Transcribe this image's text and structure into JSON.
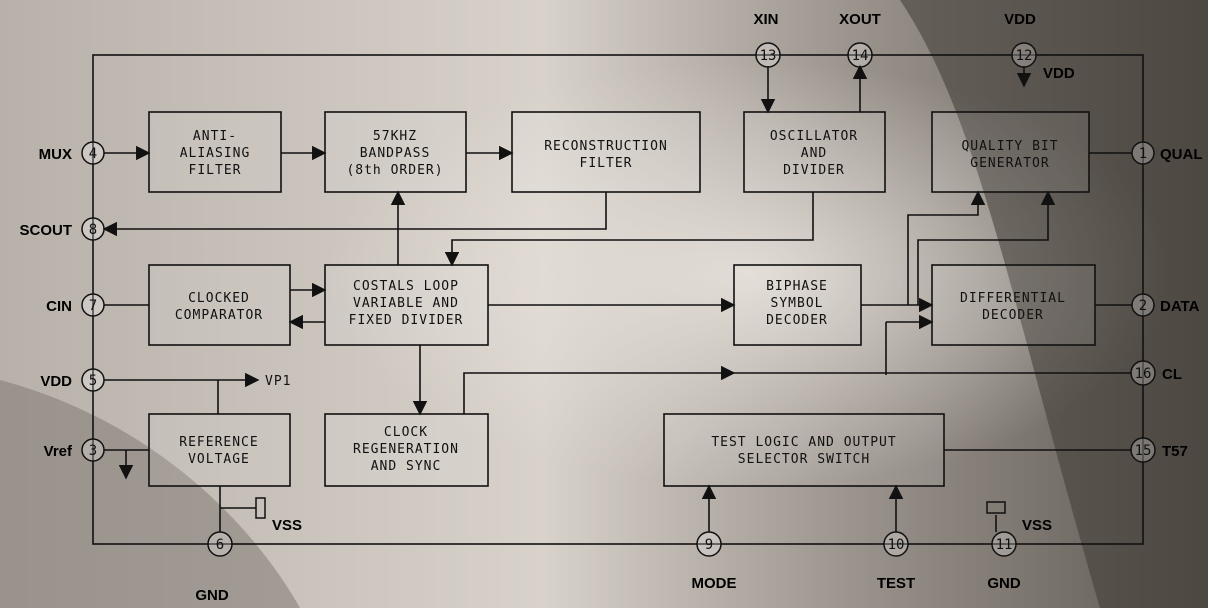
{
  "background": {
    "colors": [
      "#e9e4df",
      "#c8c1ba",
      "#8a847e",
      "#4b4641"
    ]
  },
  "blocks": {
    "anti_aliasing": [
      "ANTI-",
      "ALIASING",
      "FILTER"
    ],
    "bandpass": [
      "57KHZ",
      "BANDPASS",
      "(8th ORDER)"
    ],
    "reconstruction": [
      "RECONSTRUCTION",
      "FILTER"
    ],
    "oscillator": [
      "OSCILLATOR",
      "AND",
      "DIVIDER"
    ],
    "quality": [
      "QUALITY BIT",
      "GENERATOR"
    ],
    "comparator": [
      "CLOCKED",
      "COMPARATOR"
    ],
    "costas": [
      "COSTALS LOOP",
      "VARIABLE AND",
      "FIXED DIVIDER"
    ],
    "biphase": [
      "BIPHASE",
      "SYMBOL",
      "DECODER"
    ],
    "differential": [
      "DIFFERENTIAL",
      "DECODER"
    ],
    "reference": [
      "REFERENCE",
      "VOLTAGE"
    ],
    "clock_regen": [
      "CLOCK",
      "REGENERATION",
      "AND SYNC"
    ],
    "test_logic": [
      "TEST LOGIC AND OUTPUT",
      "SELECTOR SWITCH"
    ]
  },
  "pins": {
    "p4": {
      "num": "4",
      "label": "MUX"
    },
    "p8": {
      "num": "8",
      "label": "SCOUT"
    },
    "p7": {
      "num": "7",
      "label": "CIN"
    },
    "p5": {
      "num": "5",
      "label": "VDD"
    },
    "p3": {
      "num": "3",
      "label": "Vref"
    },
    "p6": {
      "num": "6",
      "label": "GND"
    },
    "p13": {
      "num": "13",
      "label": "XIN"
    },
    "p14": {
      "num": "14",
      "label": "XOUT"
    },
    "p12": {
      "num": "12",
      "label": "VDD"
    },
    "p1": {
      "num": "1",
      "label": "QUAL"
    },
    "p2": {
      "num": "2",
      "label": "DATA"
    },
    "p16": {
      "num": "16",
      "label": "CL"
    },
    "p15": {
      "num": "15",
      "label": "T57"
    },
    "p9": {
      "num": "9",
      "label": "MODE"
    },
    "p10": {
      "num": "10",
      "label": "TEST"
    },
    "p11": {
      "num": "11",
      "label": "GND"
    }
  },
  "labels": {
    "vdd_arrow": "VDD",
    "vp1": "VP1",
    "vss_left": "VSS",
    "vss_right": "VSS"
  }
}
